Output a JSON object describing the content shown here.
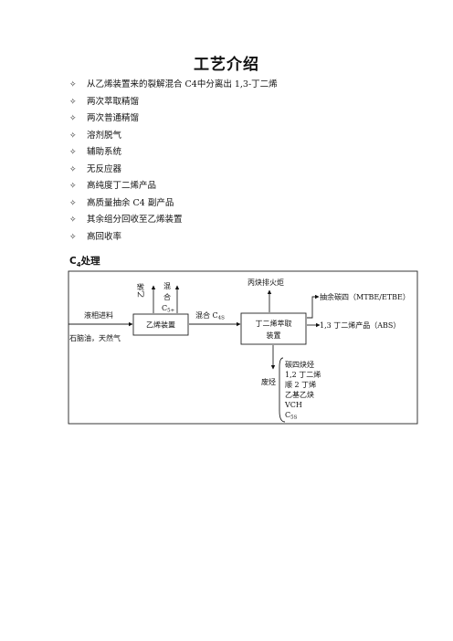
{
  "title": "工艺介绍",
  "bullet_icon": "diamond-star-icon",
  "bullets": [
    "从乙烯装置来的裂解混合 C4中分离出 1,3-丁二烯",
    "两次萃取精馏",
    "两次普通精馏",
    "溶剂脱气",
    "辅助系统",
    "无反应器",
    "高纯度丁二烯产品",
    "高质量抽余 C4 副产品",
    "其余组分回收至乙烯装置",
    "高回收率"
  ],
  "section": {
    "prefix": "C",
    "sub": "4",
    "suffix": "处理"
  },
  "diagram": {
    "ethylene_box": "乙烯装置",
    "butadiene_box_line1": "丁二烯萃取",
    "butadiene_box_line2": "装置",
    "liquid_feed": "液相进料",
    "naphtha_gas": "石脑油，天然气",
    "ethylene_out": "乙烯",
    "mixed_c5_line1": "混",
    "mixed_c5_line2": "合",
    "mixed_c5_line3_main": "C",
    "mixed_c5_line3_sub": "5+",
    "mixed_c4_main": "混合 C",
    "mixed_c4_sub": "4S",
    "propyne_flare": "丙炔排火炬",
    "raffinate": "抽余碳四（MTBE/ETBE）",
    "butadiene_product": "1,3 丁二烯产品（ABS）",
    "waste_hc": "废烃",
    "waste_list": [
      "碳四炔烃",
      "1,2 丁二烯",
      "顺 2 丁烯",
      "乙基乙炔",
      "VCH"
    ],
    "waste_last_main": "C",
    "waste_last_sub": "5S"
  }
}
